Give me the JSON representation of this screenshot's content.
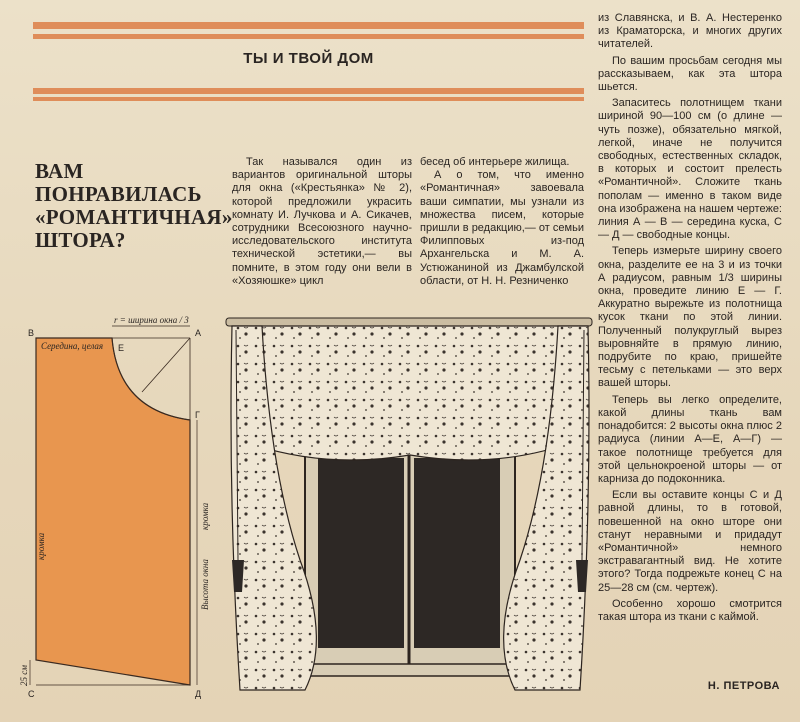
{
  "section": "ТЫ И ТВОЙ ДОМ",
  "headline": {
    "line1": "ВАМ ПОНРАВИЛАСЬ",
    "line2": "«РОМАНТИЧНАЯ»",
    "line3": "ШТОРА?"
  },
  "columns": {
    "c1": [
      "Так назывался один из вариантов оригинальной шторы для окна («Крестьянка» № 2), которой предложили украсить комнату И. Лучкова и А. Сикачев, сотрудники Всесоюзного научно-исследовательского института технической эстетики,— вы помните, в этом году они вели в «Хозяюшке» цикл"
    ],
    "c2": [
      "бесед об интерьере жилища.",
      "А о том, что именно «Романтичная» завоевала ваши симпатии, мы узнали из множества писем, которые пришли в редакцию,— от семьи Филипповых из-под Архангельска и М. А. Устюжаниной из Джамбулской области, от Н. Н. Резниченко"
    ],
    "c3": [
      "из Славянска, и В. А. Нестеренко из Краматорска, и многих других читателей.",
      "По вашим просьбам сегодня мы рассказываем, как эта штора шьется.",
      "Запаситесь полотнищем ткани шириной 90—100 см (о длине — чуть позже), обязательно мягкой, легкой, иначе не получится свободных, естественных складок, в которых и состоит прелесть «Романтичной». Сложите ткань пополам — именно в таком виде она изображена на нашем чертеже: линия А — В — середина куска, С — Д — свободные концы.",
      "Теперь измерьте ширину своего окна, разделите ее на 3 и из точки А радиусом, равным 1/3 ширины окна, проведите линию Е — Г. Аккуратно вырежьте из полотнища кусок ткани по этой линии. Полученный полукруглый вырез выровняйте в прямую линию, подрубите по краю, пришейте тесьму с петельками — это верх вашей шторы.",
      "Теперь вы легко определите, какой длины ткань вам понадобится: 2 высоты окна плюс 2 радиуса (линии А—Е, А—Г) — такое полотнище требуется для этой цельнокроеной шторы — от карниза до подоконника.",
      "Если вы оставите концы С и Д равной длины, то в готовой, повешенной на окно шторе они станут неравными и придадут «Романтичной» немного экстравагантный вид. Не хотите этого? Тогда подрежьте конец С на 25—28 см (см. чертеж).",
      "Особенно хорошо смотрится такая штора из ткани с каймой."
    ]
  },
  "signature": "Н. ПЕТРОВА",
  "diagram": {
    "top_note": "r = ширина окна / 3",
    "label_mid": "Середина, целая",
    "pt_a": "А",
    "pt_b": "В",
    "pt_e": "Е",
    "pt_g": "Г",
    "pt_c": "С",
    "pt_d": "Д",
    "label_left": "кромка",
    "label_right1": "Высота окна",
    "label_right2": "кромка",
    "label_bottom": "25 см"
  },
  "colors": {
    "band": "#df8d5a",
    "fabric": "#e8964f",
    "paper": "#e9dcc3"
  }
}
